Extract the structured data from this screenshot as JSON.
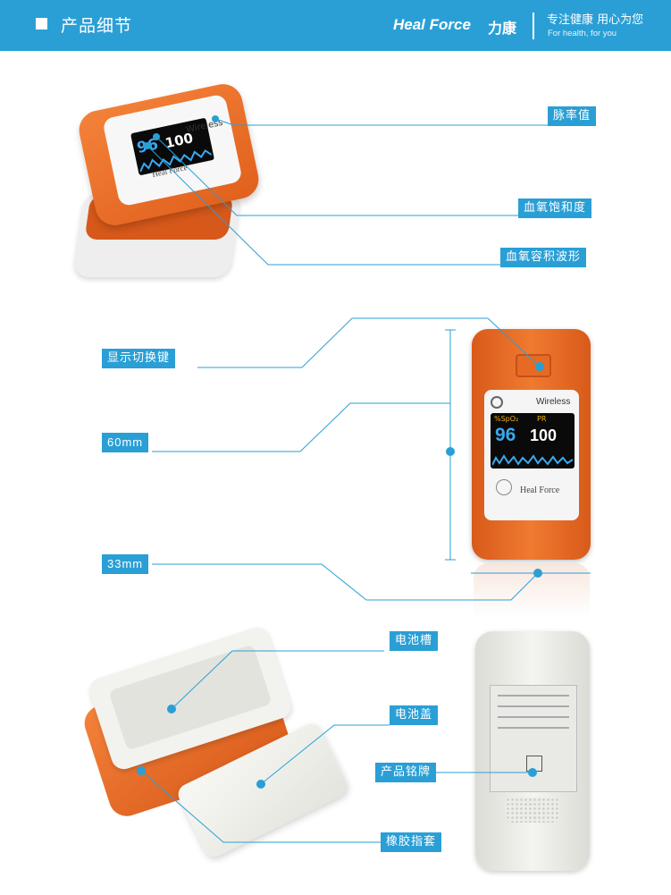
{
  "header": {
    "title": "产品细节",
    "brand": "Heal Force",
    "brand_cn": "力康",
    "slogan": "专注健康 用心为您",
    "slogan_en": "For health, for you"
  },
  "callouts": {
    "pulse_rate": "脉率值",
    "spo2": "血氧饱和度",
    "pleth_wave": "血氧容积波形",
    "display_switch": "显示切换键",
    "height": "60mm",
    "width": "33mm",
    "battery_slot": "电池槽",
    "battery_cover": "电池盖",
    "nameplate": "产品铭牌",
    "rubber_sleeve": "橡胶指套"
  },
  "device": {
    "wireless": "Wireless",
    "spo2_label": "%SpO₂",
    "pr_label": "PR",
    "spo2_value": "96",
    "pr_value": "100",
    "brand": "Heal Force"
  },
  "colors": {
    "accent": "#2a9fd6",
    "device_orange": "#e8641c",
    "screen_value": "#39a9f0",
    "screen_label": "#f3b21b"
  }
}
